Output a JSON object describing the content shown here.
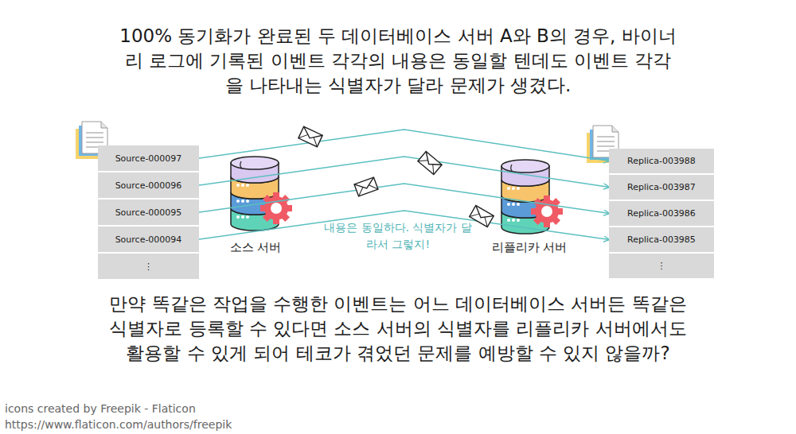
{
  "diagram": {
    "title": "100% 동기화가 완료된 두 데이터베이스 서버 A와 B의 경우, 바이너리 로그에 기록된 이벤트 각각의 내용은 동일할 텐데도 이벤트 각각을 나타내는 식별자가 달라 문제가 생겼다.",
    "caption": "만약 똑같은 작업을 수행한 이벤트는 어느 데이터베이스 서버든 똑같은 식별자로 등록할 수 있다면 소스 서버의 식별자를 리플리카 서버에서도 활용할 수 있게 되어 테코가 겪었던 문제를 예방할 수 있지 않을까?",
    "nodes": [
      {
        "text": [
          "Source-000097"
        ]
      },
      {
        "text": [
          "Source-000096"
        ]
      },
      {
        "text": [
          "Source-000095"
        ]
      },
      {
        "text": [
          "Source-000094"
        ]
      },
      {
        "text": [
          "⋮"
        ]
      },
      {
        "text": [
          "Replica-003988"
        ]
      },
      {
        "text": [
          "Replica-003987"
        ]
      },
      {
        "text": [
          "Replica-003986"
        ]
      },
      {
        "text": [
          "Replica-003985"
        ]
      },
      {
        "text": [
          "⋮"
        ]
      }
    ],
    "edges": [
      {
        "from": 0,
        "to": 5,
        "arrow": "to"
      },
      {
        "from": 1,
        "to": 6,
        "arrow": "to"
      },
      {
        "from": 2,
        "to": 7,
        "arrow": "to"
      },
      {
        "from": 3,
        "to": 8,
        "arrow": "to"
      }
    ],
    "labels": [
      "소스 서버",
      "리플리카 서버",
      "내용은 동일하다. 식별자가 달라서 그렇지!",
      "icons created by Freepik - Flaticon",
      "https://www.flaticon.com/authors/freepik"
    ]
  }
}
